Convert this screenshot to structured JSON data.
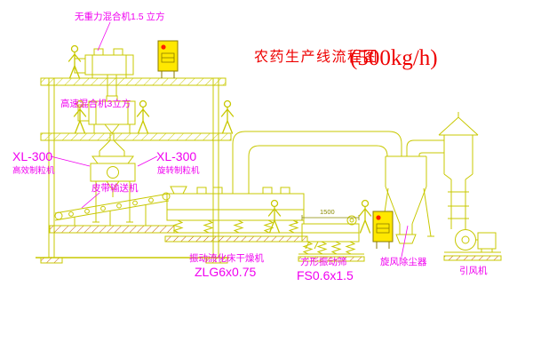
{
  "title": {
    "text": "农药生产线流程图",
    "capacity": "(500kg/h)"
  },
  "colors": {
    "linework": "#c8c800",
    "label_magenta": "#f000f0",
    "title_red": "#ee0000",
    "foundation_hatch": "#c05a00",
    "cabinet_yellow": "#ffe800",
    "button_red": "#ff2000"
  },
  "labels": {
    "gravity_mixer": "无重力混合机1.5 立方",
    "high_speed_mixer": "高速混合机3立方",
    "granulator_left_model": "XL-300",
    "granulator_left_name": "高效制粒机",
    "granulator_right_model": "XL-300",
    "granulator_right_name": "旋转制粒机",
    "belt_conveyor": "皮带输送机",
    "dryer_name": "振动流化床干燥机",
    "dryer_model": "ZLG6x0.75",
    "sieve_name": "方形振动筛",
    "sieve_model": "FS0.6x1.5",
    "cyclone": "旋风除尘器",
    "fan": "引风机",
    "sieve_dim": "1500"
  }
}
